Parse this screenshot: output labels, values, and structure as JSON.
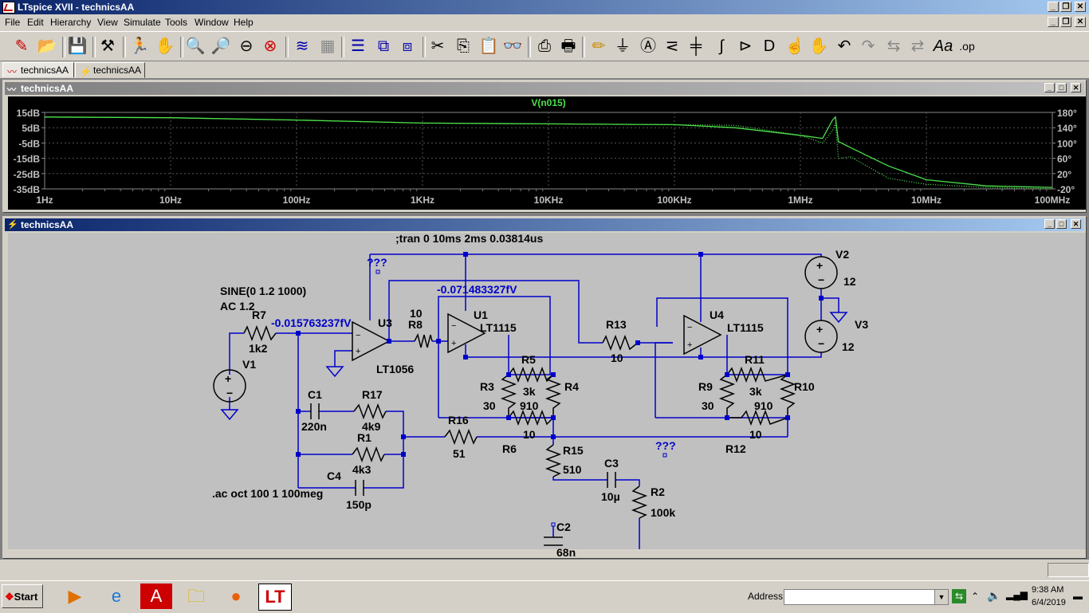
{
  "window": {
    "title": "LTspice XVII - technicsAA"
  },
  "menu": [
    "File",
    "Edit",
    "Hierarchy",
    "View",
    "Simulate",
    "Tools",
    "Window",
    "Help"
  ],
  "tabs": [
    {
      "label": "technicsAA",
      "icon": "waveform-icon"
    },
    {
      "label": "technicsAA",
      "icon": "schematic-icon"
    }
  ],
  "plot_window": {
    "title": "technicsAA"
  },
  "schematic_window": {
    "title": "technicsAA"
  },
  "chart_data": {
    "type": "line",
    "title": "V(n015)",
    "xscale": "log",
    "xlim": [
      1,
      100000000
    ],
    "x_ticks": [
      "1Hz",
      "10Hz",
      "100Hz",
      "1KHz",
      "10KHz",
      "100KHz",
      "1MHz",
      "10MHz",
      "100MHz"
    ],
    "y_ticks_left": [
      "15dB",
      "5dB",
      "-5dB",
      "-15dB",
      "-25dB",
      "-35dB"
    ],
    "y_ticks_right": [
      "180°",
      "140°",
      "100°",
      "60°",
      "20°",
      "-20°"
    ],
    "ylim": [
      -35,
      15
    ],
    "grid": true,
    "series": [
      {
        "name": "V(n015)",
        "style": "solid",
        "color": "#4ce04c",
        "x": [
          1,
          10,
          100,
          1000,
          10000,
          100000,
          300000,
          1000000,
          1500000,
          1800000,
          1900000,
          2000000,
          2500000,
          5000000,
          10000000,
          30000000,
          100000000
        ],
        "y": [
          12,
          11.5,
          10,
          8,
          7.5,
          7,
          5,
          0,
          -2,
          10,
          12,
          -4,
          -8,
          -20,
          -29,
          -33,
          -34
        ]
      },
      {
        "name": "",
        "style": "dotted",
        "color": "#4ce04c",
        "x": [
          1,
          10,
          100,
          1000,
          10000,
          100000,
          300000,
          1000000,
          1500000,
          1800000,
          1900000,
          2000000,
          2500000,
          5000000,
          10000000,
          30000000,
          100000000
        ],
        "y": [
          12,
          11.5,
          10,
          8,
          7.5,
          7,
          6.5,
          0,
          -5,
          3,
          8,
          -15,
          -14,
          -28,
          -32,
          -34,
          -35
        ]
      }
    ]
  },
  "schematic": {
    "labels": {
      "tran": ";tran 0 10ms 2ms 0.03814us",
      "ac": ".ac oct 100 1 100meg",
      "sine": "SINE(0 1.2 1000)",
      "ac_amp": "AC 1.2",
      "node1": "-0.015763237fV",
      "node2": "-0.071483327fV",
      "q1": "???",
      "q2": "???"
    },
    "components": {
      "R7": "R7",
      "R7v": "1k2",
      "U3": "U3",
      "U3v": "LT1056",
      "R8": "R8",
      "R8v": "10",
      "U1": "U1",
      "U1v": "LT1115",
      "R13": "R13",
      "R13v": "10",
      "U4": "U4",
      "U4v": "LT1115",
      "V1": "V1",
      "V2": "V2",
      "V2v": "12",
      "V3": "V3",
      "V3v": "12",
      "C1": "C1",
      "C1v": "220n",
      "R17": "R17",
      "R17v": "4k9",
      "R1": "R1",
      "R1v": "4k3",
      "C4": "C4",
      "C4v": "150p",
      "R16": "R16",
      "R16v": "51",
      "R3": "R3",
      "R3v": "30",
      "R5": "R5",
      "R5v": "3k",
      "R4": "R4",
      "R4v": "910",
      "R6": "R6",
      "R6v": "10",
      "R15": "R15",
      "R15v": "510",
      "C3": "C3",
      "C3v": "10µ",
      "R2": "R2",
      "R2v": "100k",
      "C2": "C2",
      "C2v": "68n",
      "R9": "R9",
      "R9v": "30",
      "R11": "R11",
      "R11v": "3k",
      "R10": "R10",
      "R10v": "910",
      "R12": "R12",
      "R12v": "10"
    }
  },
  "taskbar": {
    "start": "Start",
    "address_label": "Address",
    "address_value": "",
    "clock_time": "9:38 AM",
    "clock_date": "6/4/2019"
  }
}
